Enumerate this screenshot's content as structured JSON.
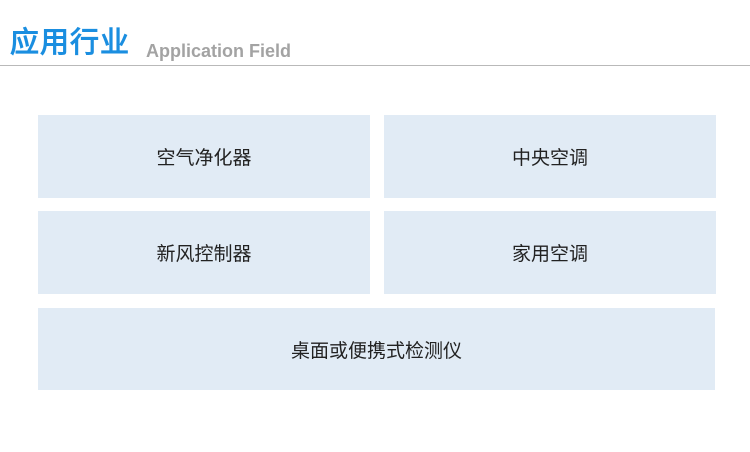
{
  "header": {
    "title_cn": "应用行业",
    "title_en": "Application Field"
  },
  "tiles": [
    {
      "label": "空气净化器"
    },
    {
      "label": "中央空调"
    },
    {
      "label": "新风控制器"
    },
    {
      "label": "家用空调"
    },
    {
      "label": "桌面或便携式检测仪"
    }
  ],
  "colors": {
    "accent": "#1a8ee0",
    "subtitle": "#a3a3a3",
    "tile_background": "#e1ebf5",
    "divider": "#b9b9b9"
  }
}
